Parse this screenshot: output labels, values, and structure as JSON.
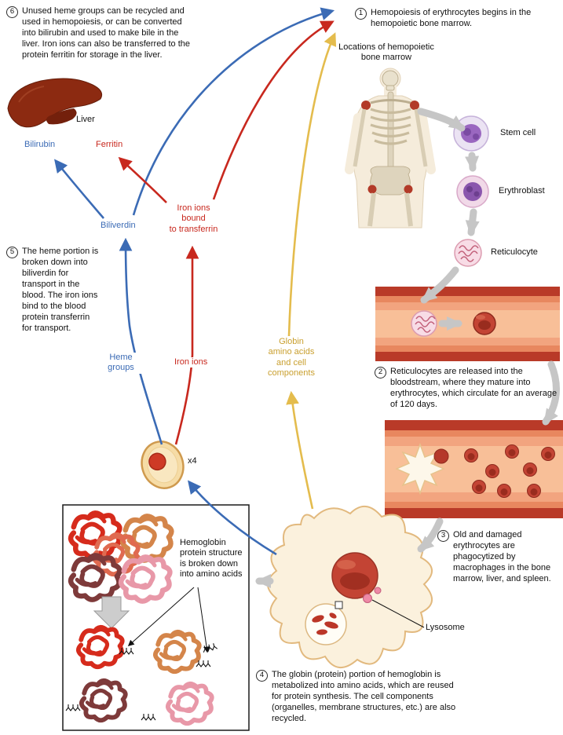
{
  "steps": [
    {
      "num": "1",
      "text": "Hemopoiesis of erythrocytes begins in the hemopoietic bone marrow."
    },
    {
      "num": "2",
      "text": "Reticulocytes are released into the bloodstream, where they mature into erythrocytes, which circulate for an average of 120 days."
    },
    {
      "num": "3",
      "text": "Old and damaged erythrocytes are phagocytized by macrophages in the bone marrow, liver, and spleen."
    },
    {
      "num": "4",
      "text": "The globin (protein) portion of hemoglobin is metabolized into amino acids, which are reused for protein synthesis. The cell components (organelles, membrane structures, etc.) are also recycled."
    },
    {
      "num": "5",
      "text": "The heme portion is broken down into biliverdin for transport in the blood. The iron ions bind to the blood protein transferrin for transport."
    },
    {
      "num": "6",
      "text": "Unused heme groups can be recycled and used in hemopoiesis, or can be converted into bilirubin and used to make bile in the liver. Iron ions can also be transferred to the protein ferritin for storage in the liver."
    }
  ],
  "labels": {
    "bone_marrow_locations": "Locations of hemopoietic\nbone marrow",
    "stem_cell": "Stem cell",
    "erythroblast": "Erythroblast",
    "reticulocyte": "Reticulocyte",
    "liver": "Liver",
    "bilirubin": "Bilirubin",
    "ferritin": "Ferritin",
    "biliverdin": "Biliverdin",
    "transferrin": "Iron ions\nbound\nto transferrin",
    "heme_groups": "Heme\ngroups",
    "iron_ions": "Iron ions",
    "globin": "Globin\namino acids\nand cell\ncomponents",
    "x4": "x4",
    "lysosome": "Lysosome",
    "hemoglobin_caption": "Hemoglobin protein structure is broken down into amino acids"
  },
  "colors": {
    "heme_pathway_blue": "#3b6bb5",
    "iron_pathway_red": "#c8281e",
    "globin_pathway_gold": "#e4bc4d",
    "flow_arrow_gray": "#c6c6c6",
    "vessel_red": "#b93a28"
  }
}
